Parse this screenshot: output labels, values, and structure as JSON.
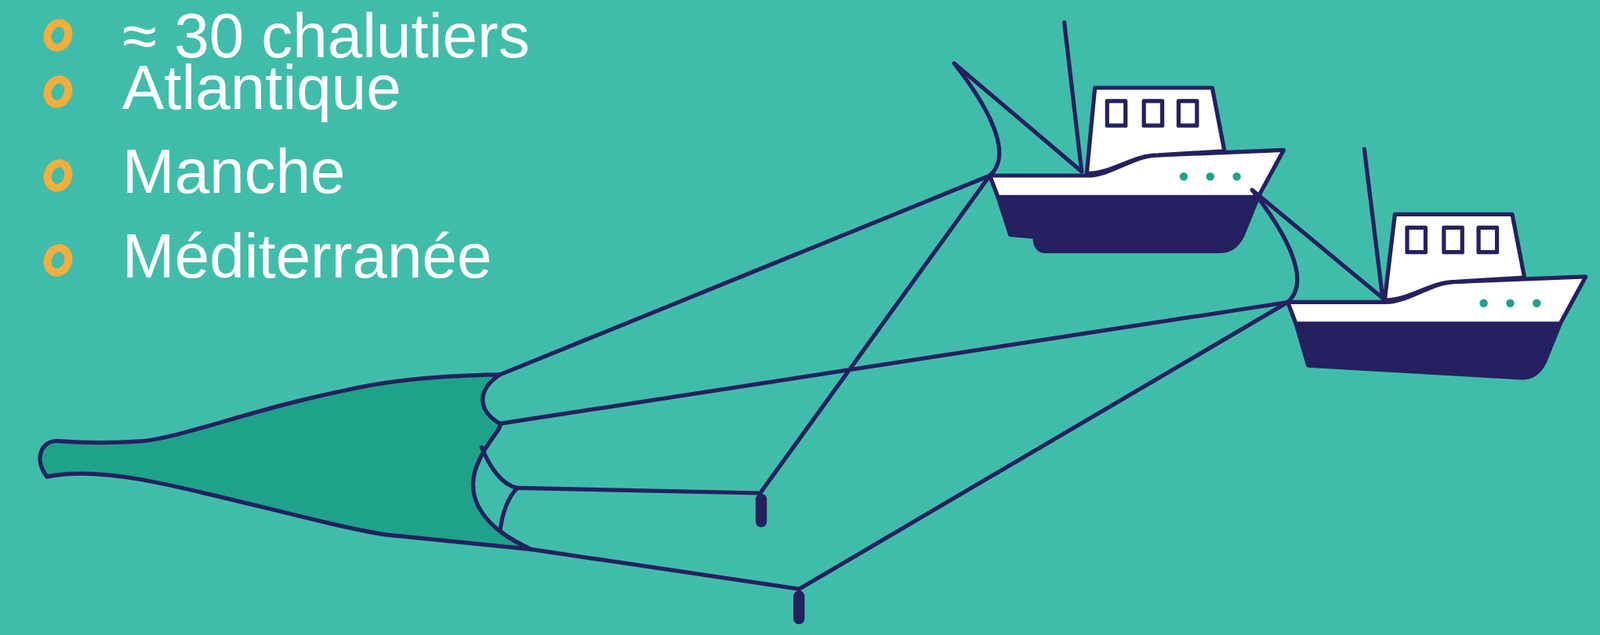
{
  "diagram": {
    "labels": [
      "≈ 30 chalutiers",
      "Atlantique",
      "Manche",
      "Méditerranée"
    ]
  }
}
